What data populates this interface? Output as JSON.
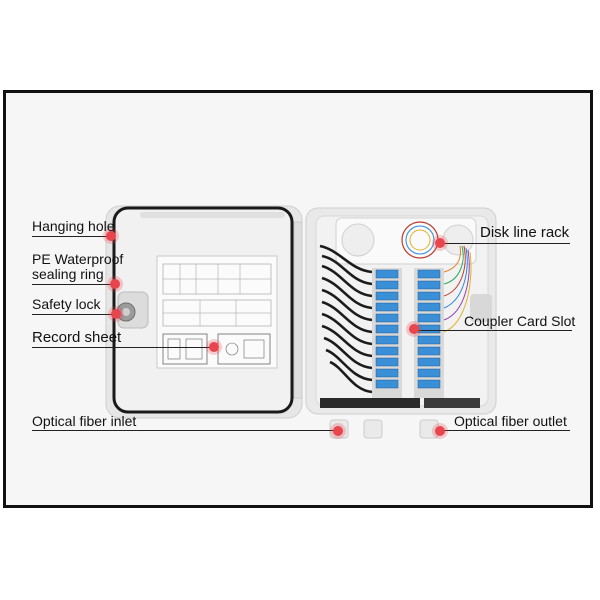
{
  "labels": {
    "hanging_hole": "Hanging hole",
    "pe_waterproof": "PE Waterproof",
    "sealing_ring": "sealing ring",
    "safety_lock": "Safety lock",
    "record_sheet": "Record sheet",
    "optical_fiber_inlet": "Optical fiber inlet",
    "disk_line_rack": "Disk line rack",
    "coupler_card_slot": "Coupler Card Slot",
    "optical_fiber_outlet": "Optical fiber outlet"
  },
  "colors": {
    "marker": "#e8454d",
    "frame": "#111111",
    "enclosure": "#ededed",
    "gasket": "#1a1a1a",
    "coupler": "#3a8fd6"
  }
}
